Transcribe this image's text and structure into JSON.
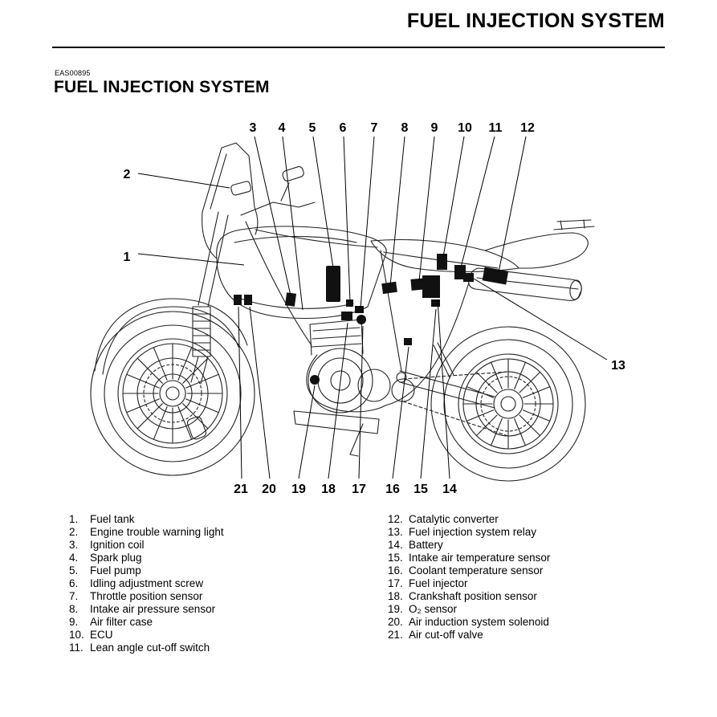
{
  "header": {
    "title": "FUEL INJECTION SYSTEM"
  },
  "section": {
    "code": "EAS00895",
    "title": "FUEL INJECTION SYSTEM"
  },
  "colors": {
    "paper": "#ffffff",
    "ink": "#222222",
    "marker": "#111111"
  },
  "diagram": {
    "callouts": [
      "1",
      "2",
      "3",
      "4",
      "5",
      "6",
      "7",
      "8",
      "9",
      "10",
      "11",
      "12",
      "13",
      "14",
      "15",
      "16",
      "17",
      "18",
      "19",
      "20",
      "21"
    ]
  },
  "legend": {
    "left": [
      {
        "num": "1.",
        "label": "Fuel tank"
      },
      {
        "num": "2.",
        "label": "Engine trouble warning light"
      },
      {
        "num": "3.",
        "label": "Ignition coil"
      },
      {
        "num": "4.",
        "label": "Spark plug"
      },
      {
        "num": "5.",
        "label": "Fuel pump"
      },
      {
        "num": "6.",
        "label": "Idling adjustment screw"
      },
      {
        "num": "7.",
        "label": "Throttle position sensor"
      },
      {
        "num": "8.",
        "label": "Intake air pressure sensor"
      },
      {
        "num": "9.",
        "label": "Air filter case"
      },
      {
        "num": "10.",
        "label": "ECU"
      },
      {
        "num": "11.",
        "label": "Lean angle cut-off switch"
      }
    ],
    "right": [
      {
        "num": "12.",
        "label": "Catalytic converter"
      },
      {
        "num": "13.",
        "label": "Fuel injection system relay"
      },
      {
        "num": "14.",
        "label": "Battery"
      },
      {
        "num": "15.",
        "label": "Intake air temperature sensor"
      },
      {
        "num": "16.",
        "label": "Coolant temperature sensor"
      },
      {
        "num": "17.",
        "label": "Fuel injector"
      },
      {
        "num": "18.",
        "label": "Crankshaft position sensor"
      },
      {
        "num": "19.",
        "label": "O₂ sensor"
      },
      {
        "num": "20.",
        "label": "Air induction system solenoid"
      },
      {
        "num": "21.",
        "label": "Air cut-off valve"
      }
    ]
  }
}
